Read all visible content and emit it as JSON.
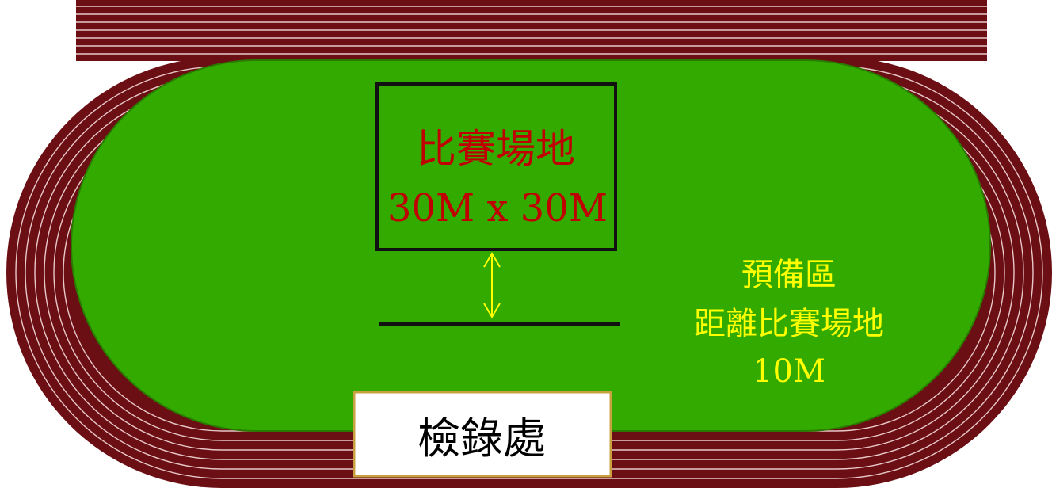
{
  "competition_field": {
    "title": "比賽場地",
    "size": "30M x 30M"
  },
  "preparation_area": {
    "line1": "預備區",
    "line2": "距離比賽場地",
    "line3": "10M"
  },
  "checkin_desk": {
    "label": "檢錄處"
  },
  "colors": {
    "track": "#6b0f14",
    "lane_line": "#e8c8c8",
    "infield": "#33aa00",
    "field_label": "#c00000",
    "prep_label": "#ffff00",
    "arrow": "#ffff00",
    "checkin_border": "#c8a040"
  }
}
